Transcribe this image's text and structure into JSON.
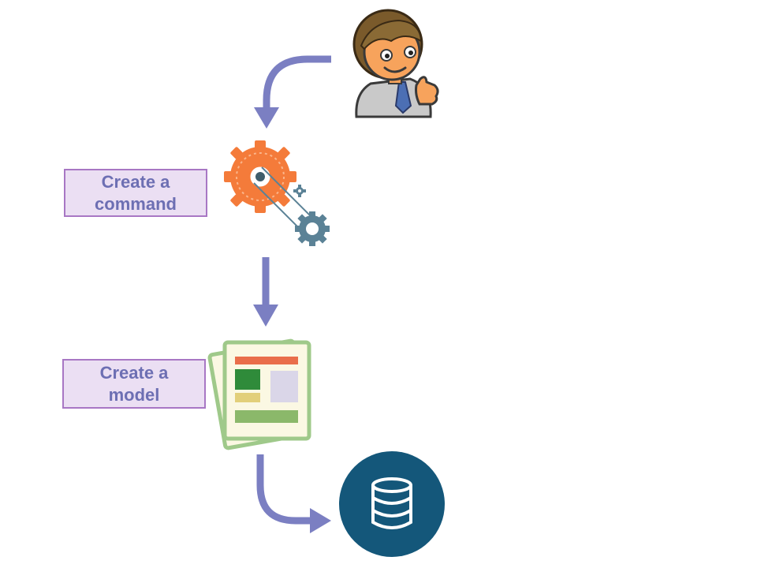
{
  "steps": {
    "command": {
      "line1": "Create a",
      "line2": "command"
    },
    "model": {
      "line1": "Create a",
      "line2": "model"
    }
  },
  "colors": {
    "arrow": "#7b7fc2",
    "label_fill": "#ebdff3",
    "label_border": "#a877c4",
    "label_text": "#6d6fb3",
    "gear_orange": "#f47b3a",
    "gear_blue": "#5b8296",
    "database_circle": "#14577a",
    "model_paper": "#fbf8e3",
    "model_green": "#2f8b3a",
    "model_orange_bar": "#e96e4a"
  },
  "icons": [
    "user-icon",
    "gears-icon",
    "model-document-icon",
    "database-icon"
  ]
}
